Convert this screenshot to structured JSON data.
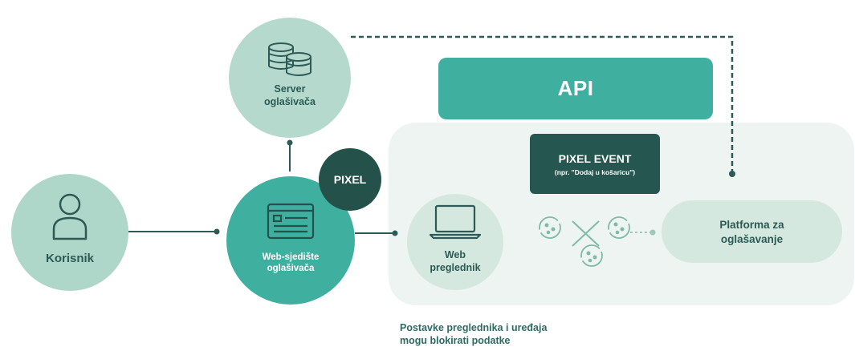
{
  "user": {
    "label": "Korisnik"
  },
  "server": {
    "line1": "Server",
    "line2": "oglašivača"
  },
  "website": {
    "line1": "Web-sjedište",
    "line2": "oglašivača"
  },
  "pixel": {
    "label": "PIXEL"
  },
  "api": {
    "label": "API"
  },
  "pixel_event": {
    "title": "PIXEL EVENT",
    "subtitle": "(npr. \"Dodaj u košaricu\")"
  },
  "browser": {
    "line1": "Web",
    "line2": "preglednik"
  },
  "platform": {
    "line1": "Platforma za",
    "line2": "oglašavanje"
  },
  "note": {
    "line1": "Postavke preglednika i uređaja",
    "line2": "mogu blokirati podatke"
  },
  "colors": {
    "teal": "#3fb0a0",
    "dark_teal": "#24524b",
    "light_mint": "#aed6c9",
    "pale_mint": "#d4e8df",
    "panel": "#eef4f1",
    "text_dark": "#2c5a55"
  }
}
